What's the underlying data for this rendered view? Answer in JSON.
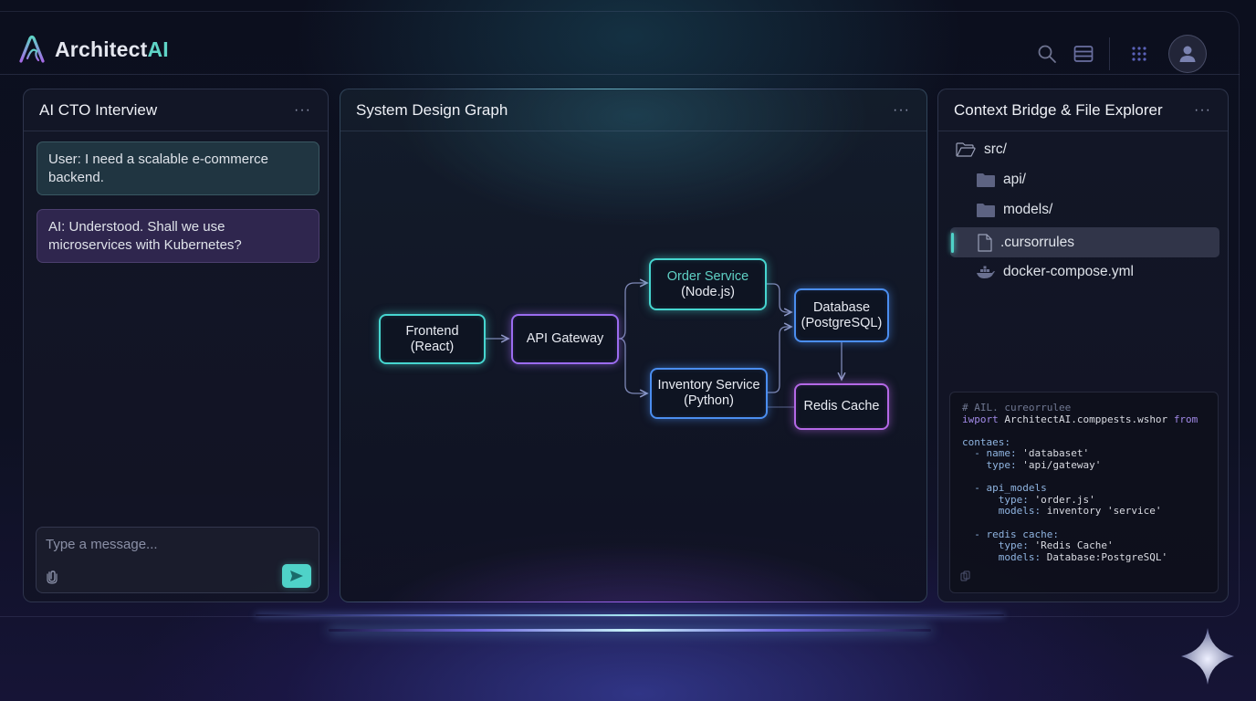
{
  "app": {
    "brand_prefix": "Architect",
    "brand_suffix": "AI",
    "colors": {
      "accent_cyan": "#46d6d0",
      "accent_purple": "#9b6cf0",
      "accent_blue": "#4b8ef0",
      "accent_magenta": "#b468e6",
      "send_button": "#4fd2c8"
    }
  },
  "topbar": {
    "icons": [
      "search-icon",
      "list-icon",
      "grid-icon",
      "user-avatar-icon"
    ]
  },
  "chat": {
    "title": "AI CTO Interview",
    "more": "···",
    "messages": [
      {
        "role": "user",
        "text": "User: I need a scalable e-commerce backend."
      },
      {
        "role": "ai",
        "text": "AI: Understood. Shall we use microservices with Kubernetes?"
      }
    ],
    "input_placeholder": "Type a message...",
    "input_value": ""
  },
  "graph": {
    "title": "System Design Graph",
    "more": "···",
    "nodes": [
      {
        "id": "frontend",
        "line1": "Frontend",
        "line2": "(React)"
      },
      {
        "id": "gateway",
        "line1": "API Gateway",
        "line2": ""
      },
      {
        "id": "order",
        "line1": "Order Service",
        "line2": "(Node.js)"
      },
      {
        "id": "inventory",
        "line1": "Inventory Service",
        "line2": "(Python)"
      },
      {
        "id": "database",
        "line1": "Database",
        "line2": "(PostgreSQL)"
      },
      {
        "id": "redis",
        "line1": "Redis Cache",
        "line2": ""
      }
    ],
    "edges": [
      [
        "frontend",
        "gateway"
      ],
      [
        "gateway",
        "order"
      ],
      [
        "gateway",
        "inventory"
      ],
      [
        "order",
        "database"
      ],
      [
        "inventory",
        "database"
      ],
      [
        "database",
        "redis"
      ],
      [
        "inventory",
        "redis"
      ]
    ]
  },
  "explorer": {
    "title": "Context Bridge & File Explorer",
    "more": "···",
    "items": [
      {
        "name": "src/",
        "icon": "folder-open-icon"
      },
      {
        "name": "api/",
        "icon": "folder-icon"
      },
      {
        "name": "models/",
        "icon": "folder-icon"
      },
      {
        "name": ".cursorrules",
        "icon": "file-icon",
        "selected": true
      },
      {
        "name": "docker-compose.yml",
        "icon": "docker-icon"
      }
    ],
    "code": {
      "l1": "# AIL. cureorrulee",
      "l2_kw": "iwport",
      "l2_body": " ArchitectAI.comppests.wshor ",
      "l2_from": "from",
      "l3": "",
      "l4": "contaes:",
      "l5_key": "  - name:",
      "l5_val": " 'databaset'",
      "l6_key": "    type:",
      "l6_val": " 'api/gateway'",
      "l7": "",
      "l8_key": "  - api_models",
      "l9_key": "      type:",
      "l9_val": " 'order.js'",
      "l10_key": "      models:",
      "l10_val": " inventory 'service'",
      "l11": "",
      "l12_key": "  - redis cache:",
      "l13_key": "      type:",
      "l13_val": " 'Redis Cache'",
      "l14_key": "      models:",
      "l14_val": " Database:PostgreSQL'"
    }
  }
}
